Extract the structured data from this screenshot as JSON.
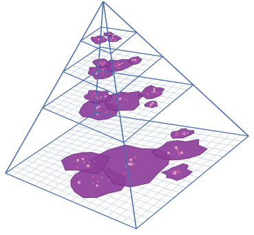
{
  "colors": {
    "background": "#ffffff",
    "frame": "#4a6fb3",
    "grid": "#9fb2d6",
    "tissue_dark": "#6b2b7e",
    "tissue_mid": "#8e3f9a",
    "tissue_light": "#c45aa0",
    "tissue_pale": "#e6a7c8"
  },
  "diagram": {
    "type": "image-pyramid",
    "levels": [
      {
        "label": "",
        "grid_cells": [
          4,
          4
        ]
      },
      {
        "label": "",
        "grid_cells": [
          8,
          8
        ]
      },
      {
        "label": "",
        "grid_cells": [
          12,
          12
        ]
      },
      {
        "label": "",
        "grid_cells": [
          18,
          18
        ]
      }
    ]
  }
}
